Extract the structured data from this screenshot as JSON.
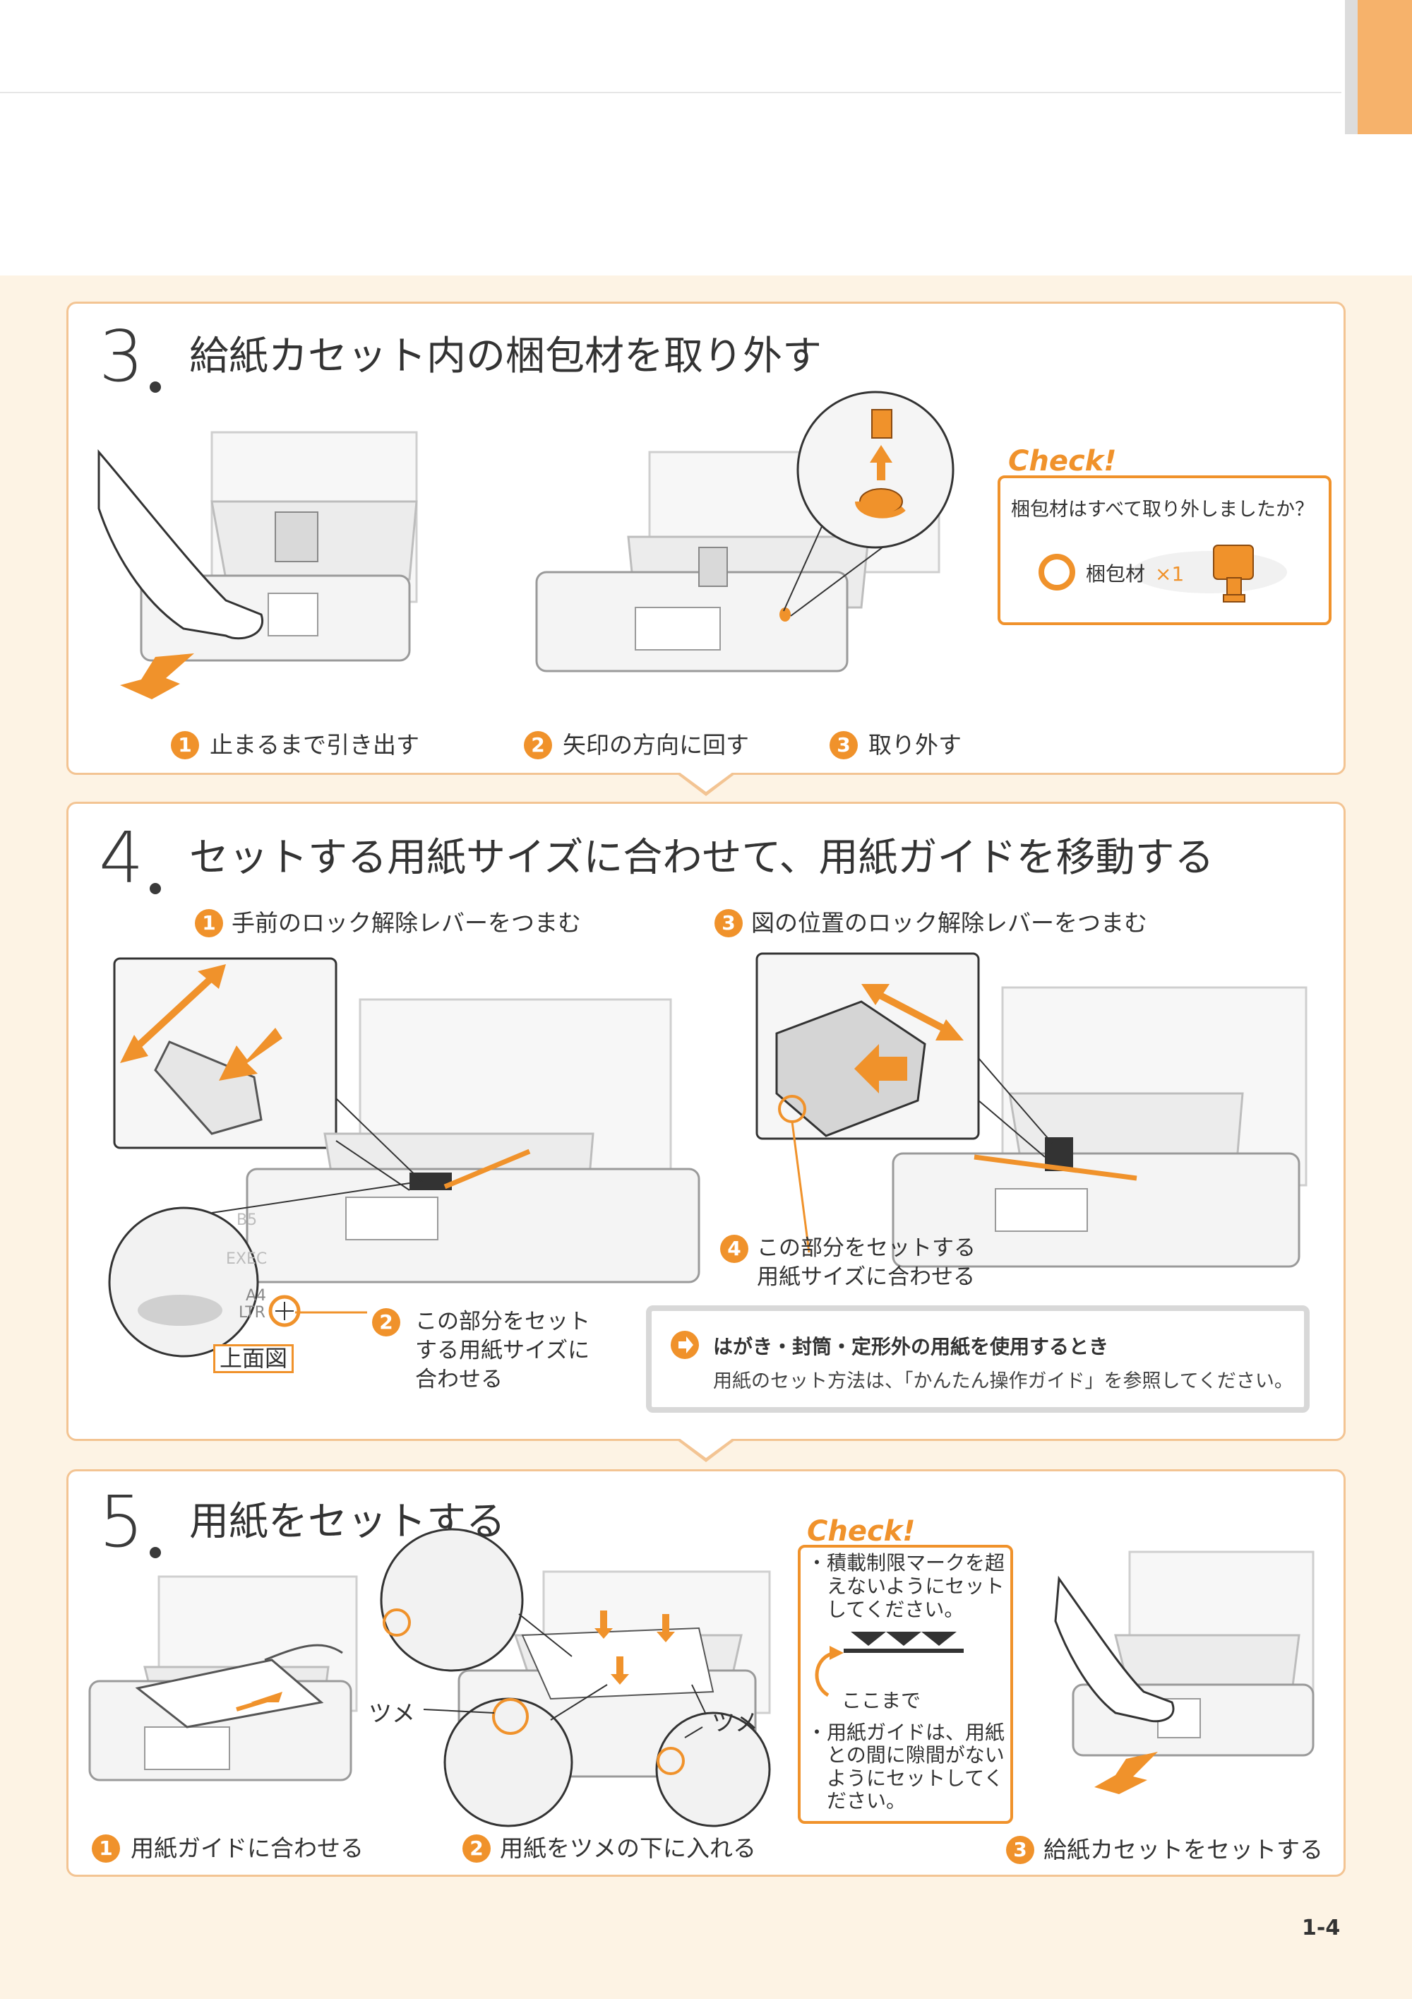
{
  "colors": {
    "accent": "#f0922b",
    "panel_border": "#f3c493",
    "cream_bg": "#fdf3e4"
  },
  "step3": {
    "number": "3",
    "title": "給紙カセット内の梱包材を取り外す",
    "captions": [
      {
        "num": "1",
        "text": "止まるまで引き出す"
      },
      {
        "num": "2",
        "text": "矢印の方向に回す"
      },
      {
        "num": "3",
        "text": "取り外す"
      }
    ],
    "check": {
      "label": "Check!",
      "question": "梱包材はすべて取り外しましたか？",
      "item": "梱包材",
      "count": "×1"
    }
  },
  "step4": {
    "number": "4",
    "title": "セットする用紙サイズに合わせて、用紙ガイドを移動する",
    "captions": [
      {
        "num": "1",
        "text": "手前のロック解除レバーをつまむ"
      },
      {
        "num": "3",
        "text": "図の位置のロック解除レバーをつまむ"
      }
    ],
    "callout2": {
      "num": "2",
      "lines": [
        "この部分をセット",
        "する用紙サイズに",
        "合わせる"
      ]
    },
    "callout4": {
      "num": "4",
      "lines": [
        "この部分をセットする",
        "用紙サイズに合わせる"
      ]
    },
    "top_view": "上面図",
    "size_marks": [
      "B5",
      "EXEC",
      "A4",
      "LTR"
    ],
    "info": {
      "heading": "はがき・封筒・定形外の用紙を使用するとき",
      "body": "用紙のセット方法は、「かんたん操作ガイド」を参照してください。"
    }
  },
  "step5": {
    "number": "5",
    "title": "用紙をセットする",
    "captions": [
      {
        "num": "1",
        "text": "用紙ガイドに合わせる"
      },
      {
        "num": "2",
        "text": "用紙をツメの下に入れる"
      },
      {
        "num": "3",
        "text": "給紙カセットをセットする"
      }
    ],
    "tsume": "ツメ",
    "check": {
      "label": "Check!",
      "bullet1": [
        "・積載制限マークを超",
        "　えないようにセット",
        "　してください。"
      ],
      "limit_label": "ここまで",
      "bullet2": [
        "・用紙ガイドは、用紙",
        "　との間に隙間がない",
        "　ようにセットしてく",
        "　ださい。"
      ]
    }
  },
  "page_number": "1-4"
}
